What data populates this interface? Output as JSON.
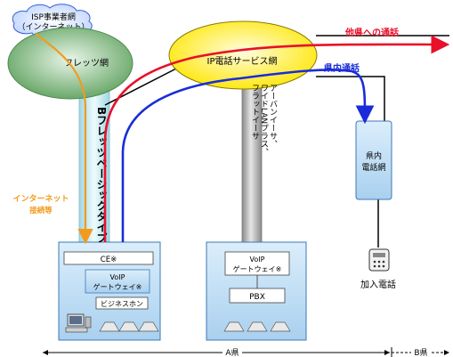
{
  "isp": {
    "line1": "ISP事業者網",
    "line2": "（インターネット）"
  },
  "flets_net": "フレッツ網",
  "ip_phone_net": "IP電話サービス網",
  "other_pref_call": "他県への通話",
  "in_pref_call": "県内通話",
  "local_net": {
    "line1": "県内",
    "line2": "電話網"
  },
  "b_flets_label": "Bフレッツベーシックタイプ",
  "urban_label": {
    "col1": "アーバンイーサ、",
    "col2": "ワイドLANプラス、",
    "col3": "フラットイーサ"
  },
  "internet_access": {
    "line1": "インターネット",
    "line2": "接続等"
  },
  "ce": "CE※",
  "voip_gw_left": {
    "line1": "VoIP",
    "line2": "ゲートウェイ※"
  },
  "business_phone": "ビジネスホン",
  "voip_gw_right": {
    "line1": "VoIP",
    "line2": "ゲートウェイ※"
  },
  "pbx": "PBX",
  "subscriber_phone": "加入電話",
  "pref_a": "A県",
  "pref_b": "B県",
  "colors": {
    "red_arrow": "#e8102a",
    "blue_arrow": "#1a2cd8",
    "orange_arrow": "#f39a1e",
    "flets_green": "#8fc28f",
    "ip_yellow": "#fff24a",
    "box_blue": "#c5e0f5",
    "pipe_blue": "#cfeef4",
    "pipe_gray": "#a3a3a3"
  }
}
